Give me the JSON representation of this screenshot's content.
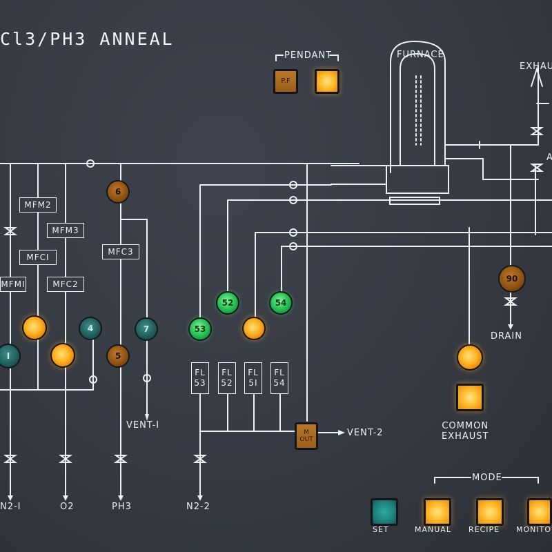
{
  "panel": {
    "title": "Cl3/PH3 ANNEAL",
    "furnace_label": "FURNACE",
    "exhaust_label": "EXHAUS",
    "a_label": "A",
    "pendant": {
      "label": "PENDANT",
      "pf_button_label": "P.F",
      "lamp_label": ""
    },
    "flow_meters": {
      "mfm2": "MFM2",
      "mfm3": "MFM3",
      "mfc1": "MFCI",
      "mfm1": "MFMI",
      "mfc2": "MFC2",
      "mfc3": "MFC3"
    },
    "filters": [
      {
        "label": "FL\n53"
      },
      {
        "label": "FL\n52"
      },
      {
        "label": "FL\n5I"
      },
      {
        "label": "FL\n54"
      }
    ],
    "lamps": {
      "l1": "I",
      "l4": "4",
      "l5": "5",
      "l6": "6",
      "l7": "7",
      "l53": "53",
      "l52": "52",
      "l54": "54",
      "l90": "90"
    },
    "vent1_label": "VENT-I",
    "vent2_label": "VENT-2",
    "mout_button_label": "M\nOUT",
    "drain_label": "DRAIN",
    "common_exhaust_label": "COMMON\nEXHAUST",
    "inlets": {
      "n2_1": "N2-I",
      "o2": "O2",
      "ph3": "PH3",
      "n2_2": "N2-2"
    },
    "mode": {
      "label": "MODE",
      "set_label": "SET",
      "manual_label": "MANUAL",
      "recipe_label": "RECIPE",
      "monitor_label": "MONITO"
    },
    "colors": {
      "panel": "#383c45",
      "line": "#eef0f2",
      "amber_on": "#ffb020",
      "amber_off": "#9c5e18",
      "green_on": "#2cc85a",
      "teal": "#1f5b58"
    }
  }
}
